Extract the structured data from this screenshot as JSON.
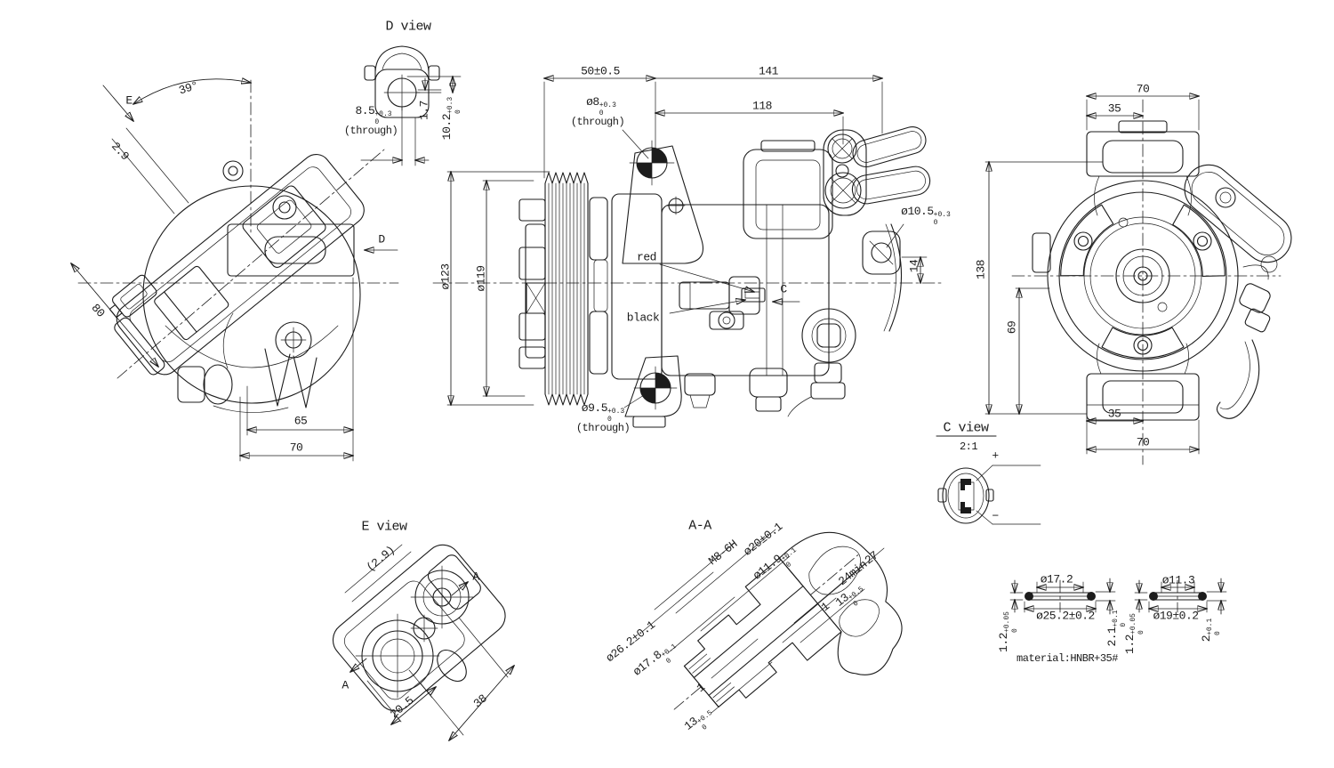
{
  "views": {
    "side_left": {
      "view_arrow_e": "E",
      "angle_39": "39°",
      "dim_2_9": "2.9",
      "dim_80": "80",
      "dim_65": "65",
      "dim_70": "70",
      "view_arrow_d": "D"
    },
    "d_view": {
      "title": "D view",
      "dim_8_5": {
        "v": "8.5",
        "up": "+0.3",
        "dn": "0"
      },
      "through_note": "(through)",
      "dim_1_7": "1.7",
      "dim_10_2": {
        "v": "10.2",
        "up": "+0.3",
        "dn": "0"
      }
    },
    "main": {
      "dim_50": "50±0.5",
      "dim_141": "141",
      "dim_118": "118",
      "dim_d8": {
        "v": "ø8",
        "up": "+0.3",
        "dn": "0"
      },
      "through_top": "(through)",
      "dim_d123": "ø123",
      "dim_d119": "ø119",
      "wire_red": "red",
      "wire_black": "black",
      "view_arrow_c": "C",
      "dim_d10_5": {
        "v": "ø10.5",
        "up": "+0.3",
        "dn": "0"
      },
      "dim_14": "14",
      "dim_d9_5": {
        "v": "ø9.5",
        "up": "+0.3",
        "dn": "0"
      },
      "through_bottom": "(through)"
    },
    "front": {
      "dim_70_top": "70",
      "dim_35_top": "35",
      "dim_138": "138",
      "dim_69": "69",
      "dim_35_bottom": "35",
      "dim_70_bottom": "70"
    },
    "c_view": {
      "title": "C view",
      "scale": "2:1",
      "polarity_plus": "+",
      "polarity_minus": "−"
    },
    "e_view": {
      "title": "E view",
      "dim_2_9_ref": "(2.9)",
      "section_arrow_a_top": "A",
      "section_arrow_a_bottom": "A",
      "dim_20_5": "20.5",
      "dim_38": "38"
    },
    "section_aa": {
      "title": "A-A",
      "thread": "M8-6H",
      "dim_d20": "ø20±0.1",
      "dim_d11_9": {
        "v": "ø11.9",
        "up": "+0.1",
        "dn": "0"
      },
      "dim_27": "27",
      "dim_24min": "24min",
      "dim_13_top": {
        "v": "13",
        "up": "+0.5",
        "dn": "0"
      },
      "dim_1_top": "1",
      "dim_d26_2": "ø26.2±0.1",
      "dim_d17_8": {
        "v": "ø17.8",
        "up": "+0.1",
        "dn": "0"
      },
      "dim_1_bottom": "1",
      "dim_13_bottom": {
        "v": "13",
        "up": "+0.5",
        "dn": "0"
      }
    },
    "seal_large": {
      "dim_d17_2": "ø17.2",
      "dim_d25_2": "ø25.2±0.2",
      "dim_1_2": {
        "v": "1.2",
        "up": "+0.05",
        "dn": "0"
      },
      "dim_2_1": {
        "v": "2.1",
        "up": "+0.1",
        "dn": "0"
      }
    },
    "seal_small": {
      "dim_d11_3": "ø11.3",
      "dim_d19": "ø19±0.2",
      "dim_1_2": {
        "v": "1.2",
        "up": "+0.05",
        "dn": "0"
      },
      "dim_2": {
        "v": "2",
        "up": "+0.1",
        "dn": "0"
      }
    },
    "material_note": "material:HNBR+35#"
  },
  "colors": {
    "line": "#1c1c1c",
    "background": "#ffffff"
  }
}
